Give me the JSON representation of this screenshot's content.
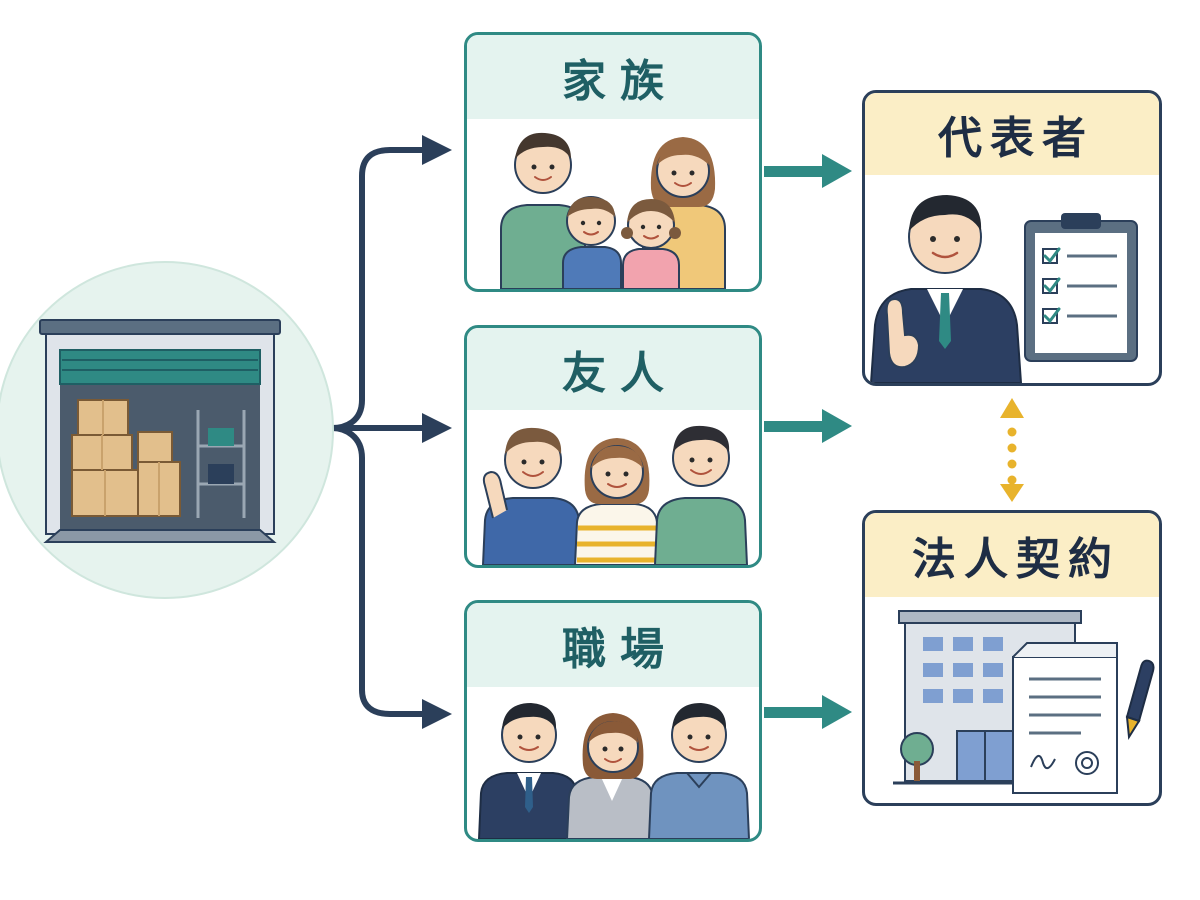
{
  "groups": {
    "family": {
      "label": "家族"
    },
    "friends": {
      "label": "友人"
    },
    "workplace": {
      "label": "職場"
    }
  },
  "outcomes": {
    "representative": {
      "label": "代表者"
    },
    "corporate_contract": {
      "label": "法人契約"
    }
  },
  "colors": {
    "teal": "#2f8a84",
    "navy": "#2b3f5a",
    "mint": "#e4f3ef",
    "cream": "#fbeec6",
    "gold": "#e8b32c"
  },
  "icons": [
    "storage-unit-icon",
    "family-icon",
    "friends-icon",
    "coworkers-icon",
    "representative-icon",
    "clipboard-icon",
    "office-building-icon",
    "contract-document-icon",
    "pen-icon"
  ]
}
